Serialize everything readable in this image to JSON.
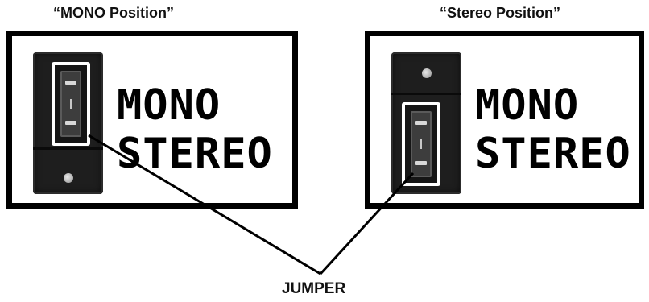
{
  "captions": {
    "mono_position": "“MONO Position”",
    "stereo_position": "“Stereo Position”"
  },
  "panel_labels": {
    "mono": "MONO",
    "stereo": "STEREO"
  },
  "jumper_label": "JUMPER",
  "jumper_settings": {
    "left_panel": "mono",
    "right_panel": "stereo"
  },
  "colors": {
    "frame": "#000000",
    "board": "#1e1e1e",
    "jumper_highlight": "#ffffff"
  }
}
